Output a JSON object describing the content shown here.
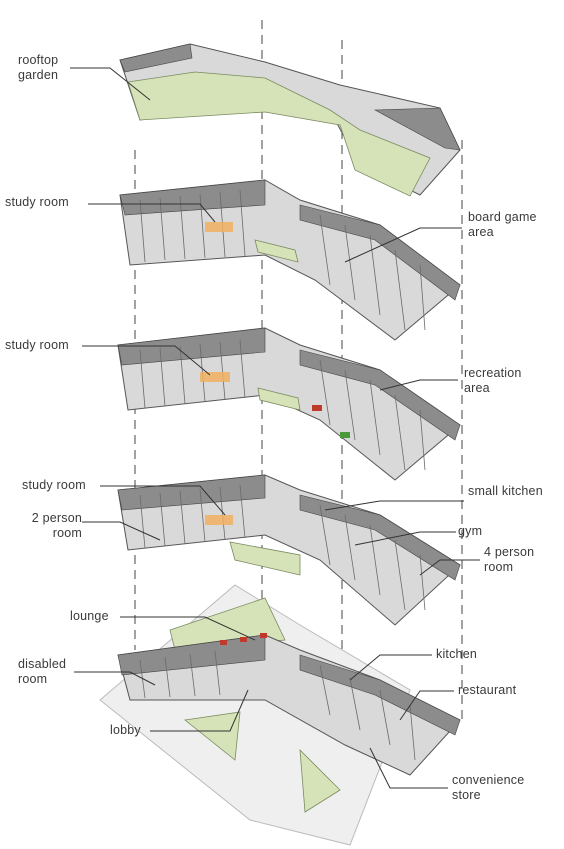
{
  "labels": {
    "rooftop_garden": "rooftop\ngarden",
    "study_room_1": "study room",
    "board_game_area": "board game\narea",
    "study_room_2": "study room",
    "recreation_area": "recreation\narea",
    "study_room_3": "study room",
    "two_person_room": "2 person\nroom",
    "small_kitchen": "small kitchen",
    "gym": "gym",
    "four_person_room": "4 person\nroom",
    "lounge": "lounge",
    "disabled_room": "disabled\nroom",
    "kitchen": "kitchen",
    "restaurant": "restaurant",
    "lobby": "lobby",
    "convenience_store": "convenience\nstore"
  },
  "colors": {
    "green_space": "#d6e3b8",
    "floor": "#d9d9d9",
    "wall": "#8c8c8c",
    "accent_orange": "#f0b060",
    "accent_red": "#c0392b",
    "accent_green": "#4a9a3a"
  }
}
